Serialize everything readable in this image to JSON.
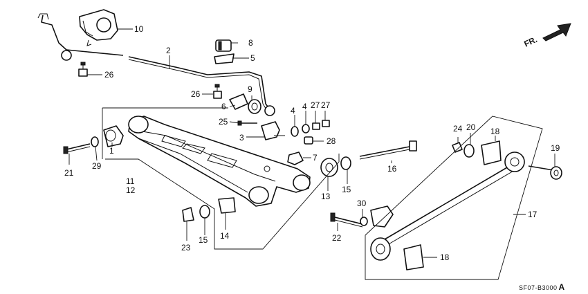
{
  "labels": {
    "p1": "1",
    "p2": "2",
    "p3": "3",
    "p4a": "4",
    "p4b": "4",
    "p5": "5",
    "p6": "6",
    "p7": "7",
    "p8": "8",
    "p9": "9",
    "p10": "10",
    "p11": "11",
    "p12": "12",
    "p13": "13",
    "p14": "14",
    "p15a": "15",
    "p15b": "15",
    "p16": "16",
    "p17": "17",
    "p18a": "18",
    "p18b": "18",
    "p19": "19",
    "p20": "20",
    "p21": "21",
    "p22": "22",
    "p23": "23",
    "p24": "24",
    "p25": "25",
    "p26a": "26",
    "p26b": "26",
    "p27a": "27",
    "p27b": "27",
    "p28": "28",
    "p29": "29",
    "p30": "30"
  },
  "direction_label": "FR.",
  "diagram_code": "SF07-B3000",
  "diagram_code_suffix": "A"
}
